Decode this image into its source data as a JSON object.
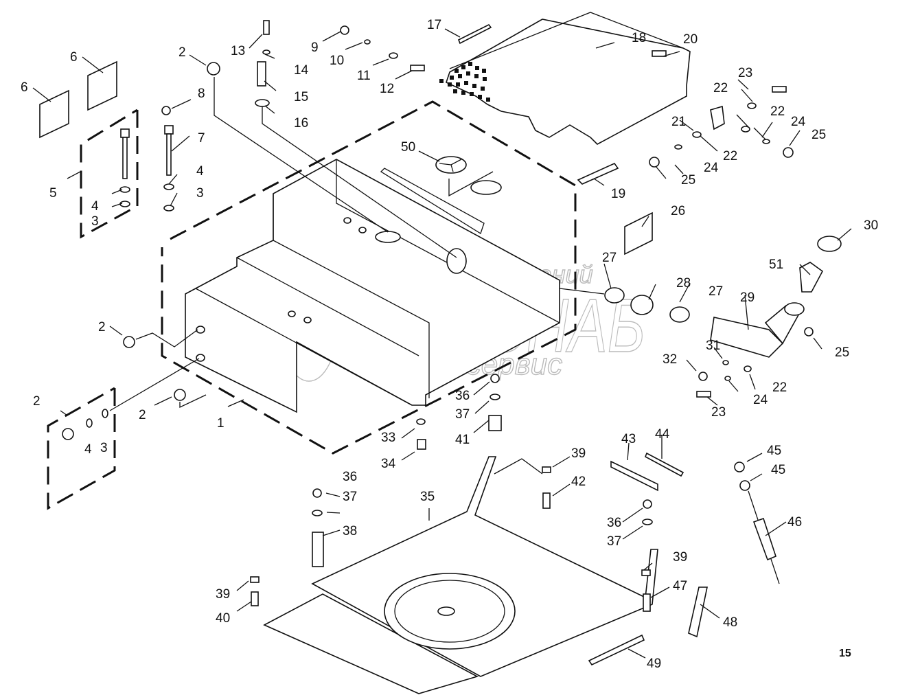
{
  "title": "Fuel tank assembly — exploded parts diagram",
  "page_number": "15",
  "watermark": {
    "line1": "группа компаний",
    "line2": "АГРОСНАБ",
    "line3": "техсервис"
  },
  "callouts": [
    {
      "id": "c1",
      "label": "1"
    },
    {
      "id": "c2a",
      "label": "2"
    },
    {
      "id": "c2b",
      "label": "2"
    },
    {
      "id": "c2c",
      "label": "2"
    },
    {
      "id": "c2d",
      "label": "2"
    },
    {
      "id": "c3a",
      "label": "3"
    },
    {
      "id": "c3b",
      "label": "3"
    },
    {
      "id": "c3c",
      "label": "3"
    },
    {
      "id": "c4a",
      "label": "4"
    },
    {
      "id": "c4b",
      "label": "4"
    },
    {
      "id": "c4c",
      "label": "4"
    },
    {
      "id": "c5",
      "label": "5"
    },
    {
      "id": "c6a",
      "label": "6"
    },
    {
      "id": "c6b",
      "label": "6"
    },
    {
      "id": "c7",
      "label": "7"
    },
    {
      "id": "c8",
      "label": "8"
    },
    {
      "id": "c9",
      "label": "9"
    },
    {
      "id": "c10",
      "label": "10"
    },
    {
      "id": "c11",
      "label": "11"
    },
    {
      "id": "c12",
      "label": "12"
    },
    {
      "id": "c13",
      "label": "13"
    },
    {
      "id": "c14",
      "label": "14"
    },
    {
      "id": "c15",
      "label": "15"
    },
    {
      "id": "c16",
      "label": "16"
    },
    {
      "id": "c17",
      "label": "17"
    },
    {
      "id": "c18",
      "label": "18"
    },
    {
      "id": "c19",
      "label": "19"
    },
    {
      "id": "c20",
      "label": "20"
    },
    {
      "id": "c21",
      "label": "21"
    },
    {
      "id": "c22a",
      "label": "22"
    },
    {
      "id": "c22b",
      "label": "22"
    },
    {
      "id": "c22c",
      "label": "22"
    },
    {
      "id": "c22d",
      "label": "22"
    },
    {
      "id": "c23a",
      "label": "23"
    },
    {
      "id": "c23b",
      "label": "23"
    },
    {
      "id": "c24a",
      "label": "24"
    },
    {
      "id": "c24b",
      "label": "24"
    },
    {
      "id": "c24c",
      "label": "24"
    },
    {
      "id": "c25a",
      "label": "25"
    },
    {
      "id": "c25b",
      "label": "25"
    },
    {
      "id": "c25c",
      "label": "25"
    },
    {
      "id": "c26",
      "label": "26"
    },
    {
      "id": "c27a",
      "label": "27"
    },
    {
      "id": "c27b",
      "label": "27"
    },
    {
      "id": "c28",
      "label": "28"
    },
    {
      "id": "c29",
      "label": "29"
    },
    {
      "id": "c30",
      "label": "30"
    },
    {
      "id": "c31",
      "label": "31"
    },
    {
      "id": "c32",
      "label": "32"
    },
    {
      "id": "c33",
      "label": "33"
    },
    {
      "id": "c34",
      "label": "34"
    },
    {
      "id": "c35",
      "label": "35"
    },
    {
      "id": "c36a",
      "label": "36"
    },
    {
      "id": "c36b",
      "label": "36"
    },
    {
      "id": "c36c",
      "label": "36"
    },
    {
      "id": "c37a",
      "label": "37"
    },
    {
      "id": "c37b",
      "label": "37"
    },
    {
      "id": "c37c",
      "label": "37"
    },
    {
      "id": "c38",
      "label": "38"
    },
    {
      "id": "c39a",
      "label": "39"
    },
    {
      "id": "c39b",
      "label": "39"
    },
    {
      "id": "c39c",
      "label": "39"
    },
    {
      "id": "c40",
      "label": "40"
    },
    {
      "id": "c41",
      "label": "41"
    },
    {
      "id": "c42",
      "label": "42"
    },
    {
      "id": "c43",
      "label": "43"
    },
    {
      "id": "c44",
      "label": "44"
    },
    {
      "id": "c45a",
      "label": "45"
    },
    {
      "id": "c45b",
      "label": "45"
    },
    {
      "id": "c46",
      "label": "46"
    },
    {
      "id": "c47",
      "label": "47"
    },
    {
      "id": "c48",
      "label": "48"
    },
    {
      "id": "c49",
      "label": "49"
    },
    {
      "id": "c50",
      "label": "50"
    },
    {
      "id": "c51",
      "label": "51"
    }
  ]
}
